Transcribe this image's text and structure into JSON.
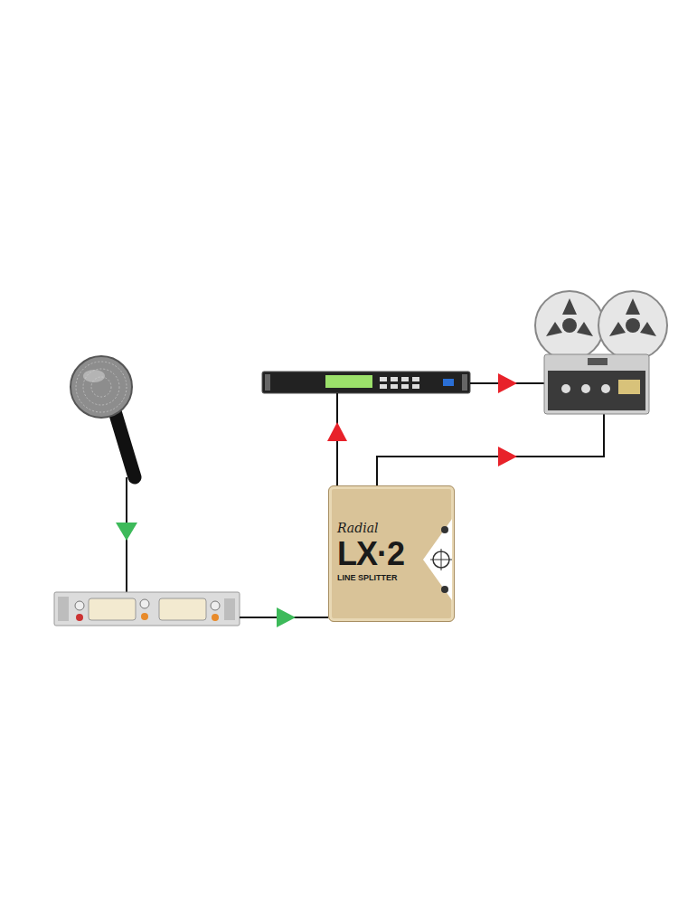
{
  "diagram": {
    "nodes": [
      {
        "text": [
          "Radial",
          "LX·2",
          "LINE SPLITTER"
        ]
      }
    ]
  }
}
